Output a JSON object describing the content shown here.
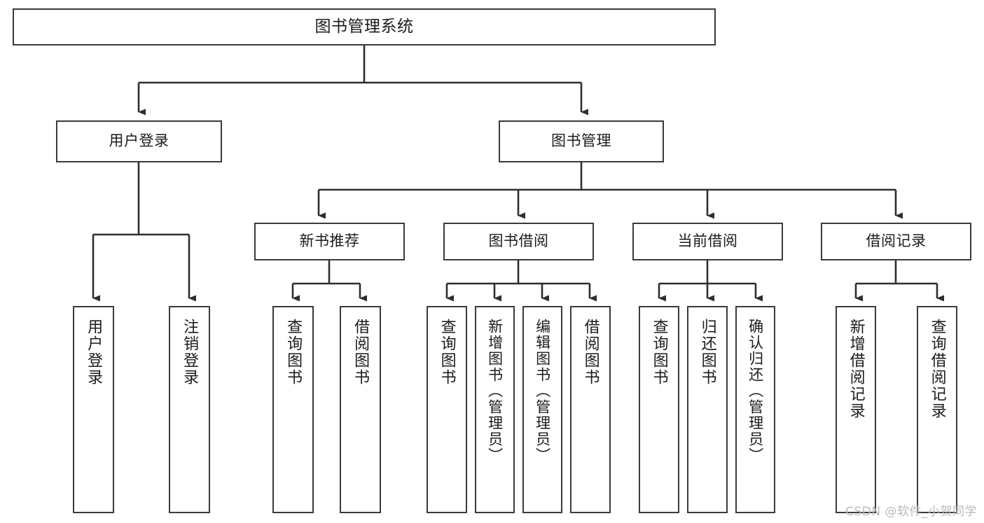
{
  "diagram": {
    "title": "图书管理系统",
    "type": "hierarchy-tree",
    "stroke_color": "#3a3a3a",
    "node_fill": "#ffffff",
    "background": "#ffffff",
    "levels": 4,
    "root": {
      "label": "图书管理系统"
    },
    "level1": [
      {
        "label": "用户登录"
      },
      {
        "label": "图书管理"
      }
    ],
    "level2": [
      {
        "label": "新书推荐"
      },
      {
        "label": "图书借阅"
      },
      {
        "label": "当前借阅"
      },
      {
        "label": "借阅记录"
      }
    ],
    "leaves": {
      "user_login": [
        {
          "label": "用户登录"
        },
        {
          "label": "注销登录"
        }
      ],
      "new_book_recommend": [
        {
          "label": "查询图书"
        },
        {
          "label": "借阅图书"
        }
      ],
      "book_borrow": [
        {
          "label": "查询图书"
        },
        {
          "label": "新增图书（管理员）"
        },
        {
          "label": "编辑图书（管理员）"
        },
        {
          "label": "借阅图书"
        }
      ],
      "current_borrow": [
        {
          "label": "查询图书"
        },
        {
          "label": "归还图书"
        },
        {
          "label": "确认归还（管理员）"
        }
      ],
      "borrow_record": [
        {
          "label": "新增借阅记录"
        },
        {
          "label": "查询借阅记录"
        }
      ]
    }
  },
  "watermark": {
    "text": "CSDN @软件_小贺同学"
  }
}
